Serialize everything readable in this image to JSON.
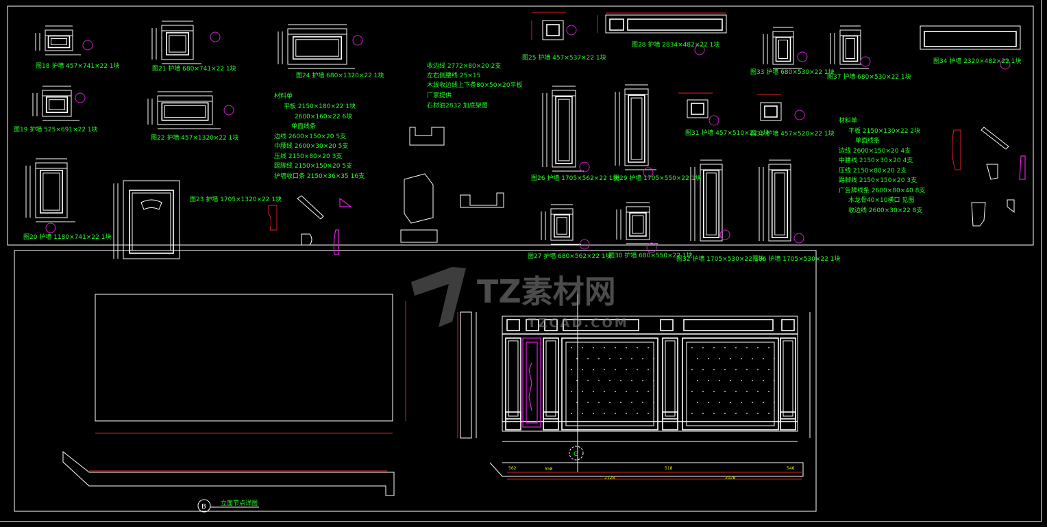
{
  "drawing": {
    "watermark": {
      "brand": "TZ素材网",
      "site": "TZCAD.COM"
    },
    "panel_labels": [
      "图18 护墙 457×741×22 1块",
      "图19 护墙 525×691×22 1块",
      "图20 护墙 1180×741×22 1块",
      "图21 护墙 680×741×22 1块",
      "图22 护墙 457×1320×22 1块",
      "图23 护墙 1705×1320×22 1块",
      "图24 护墙 680×1320×22 1块",
      "图25 护墙 457×537×22 1块",
      "图28 护墙 2834×482×22 1块",
      "图26 护墙 1705×562×22 1块",
      "图29 护墙 1705×550×22 1块",
      "图31 护墙 457×510×22 1块",
      "图33 护墙 680×530×22 1块",
      "图35 护墙 457×520×22 1块",
      "图37 护墙 680×530×22 1块",
      "图34 护墙 2320×482×22 1块",
      "图27 护墙 680×562×22 1块",
      "图30 护墙 680×550×22 1块",
      "图32 护墙 1705×530×22 1块",
      "图36 护墙 1705×530×22 1块"
    ],
    "materials_1": [
      "材料单",
      "平板 2150×180×22 1块",
      "2600×160×22 6块",
      "单面线条",
      "边线 2600×150×20 5支",
      "中腰线 2600×30×20 5支",
      "压线 2150×80×20 3支",
      "踢脚线 2150×150×20 5支",
      "护墙收口条 2150×36×35 16支"
    ],
    "notes_middle": [
      "收边线 2772×80×20 2支",
      "左右侧腰线 25×15",
      "木线收边线上下条80×50×20平板",
      "厂家提供",
      "石材油2832 加底架图"
    ],
    "materials_2": [
      "材料单",
      "平板 2150×130×22 2块",
      "单面线条",
      "边线 2600×150×20 4支",
      "中腰线 2150×30×20 4支",
      "压线 2150×80×20 2支",
      "踢脚线 2150×150×20 3支",
      "广告牌线条 2600×80×40 8支",
      "木龙骨40×10横口 见图",
      "收边线 2600×30×22 8支"
    ],
    "section_marker": {
      "letter": "B",
      "title": "立面节点详图"
    },
    "elevation_marker": "G",
    "bottom_dims": [
      "562",
      "558",
      "2128",
      "518",
      "2028",
      "546"
    ]
  }
}
